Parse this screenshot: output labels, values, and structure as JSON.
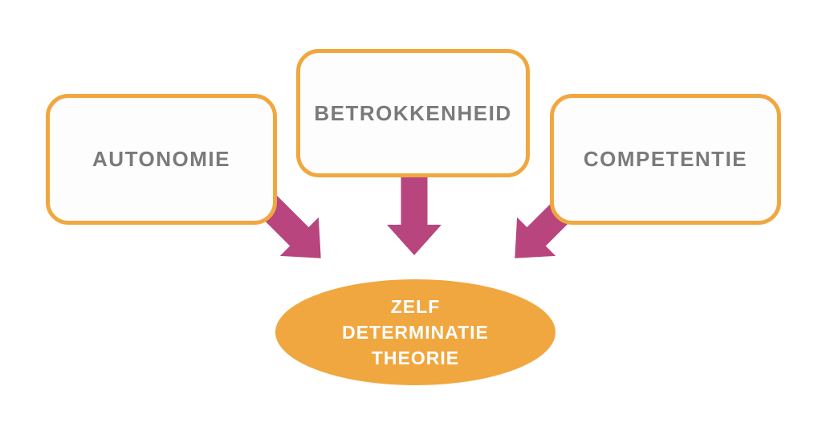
{
  "colors": {
    "background": "#FFFFFF",
    "orange": "#F0A73F",
    "magenta": "#B8457E",
    "box_fill": "#FDFDFD",
    "box_text": "#7A7A7A",
    "ellipse_text": "#FFFFFF"
  },
  "diagram": {
    "boxes": [
      {
        "label": "AUTONOMIE"
      },
      {
        "label": "BETROKKENHEID"
      },
      {
        "label": "COMPETENTIE"
      }
    ],
    "center_ellipse": {
      "lines": [
        "ZELF",
        "DETERMINATIE",
        "THEORIE"
      ]
    }
  }
}
